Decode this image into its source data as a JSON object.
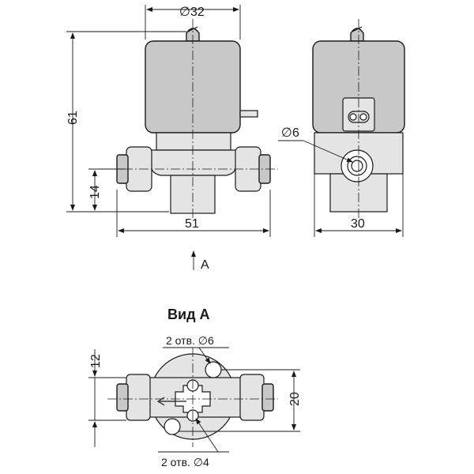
{
  "front_view": {
    "dim_diameter": "∅32",
    "dim_height": "61",
    "dim_port_height": "14",
    "dim_width": "51"
  },
  "side_view": {
    "dim_port_diameter": "∅6",
    "dim_depth": "30"
  },
  "view_arrow": {
    "label": "A"
  },
  "bottom_view": {
    "title": "Вид А",
    "note_holes_6": "2 отв. ∅6",
    "note_holes_4": "2 отв. ∅4",
    "dim_12": "12",
    "dim_20": "20"
  }
}
